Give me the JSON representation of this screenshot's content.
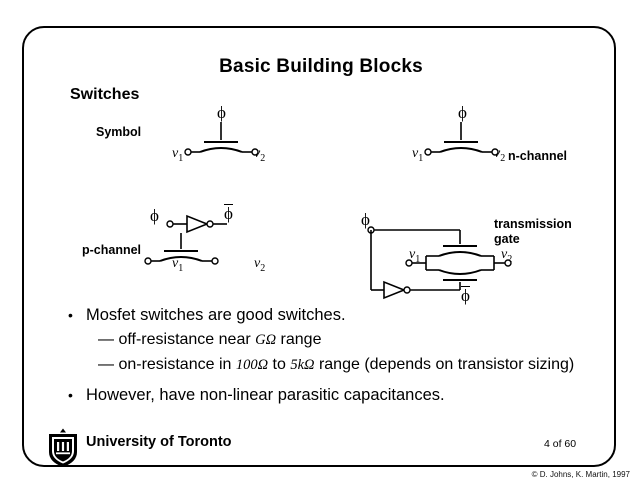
{
  "slide": {
    "title": "Basic Building Blocks",
    "section_heading": "Switches",
    "labels": {
      "symbol": "Symbol",
      "n_channel": "n-channel",
      "p_channel": "p-channel",
      "transmission_gate_line1": "transmission",
      "transmission_gate_line2": "gate"
    },
    "signals": {
      "phi": "ϕ",
      "phi_bar": "ϕ",
      "v1": "v",
      "v1_sub": "1",
      "v2": "v",
      "v2_sub": "2"
    },
    "bullets": [
      {
        "marker": "•",
        "text": "Mosfet switches are good switches."
      },
      {
        "marker": "—",
        "text_before": "off-resistance near ",
        "value": "GΩ",
        "text_after": " range"
      },
      {
        "marker": "—",
        "text_before": "on-resistance in ",
        "value1": "100Ω",
        "text_mid": " to ",
        "value2": "5kΩ",
        "text_after": " range (depends on transistor sizing)"
      },
      {
        "marker": "•",
        "text": "However, have non-linear parasitic capacitances."
      }
    ],
    "footer": {
      "university": "University of Toronto",
      "page": "4 of 60",
      "copyright": "© D. Johns, K. Martin, 1997"
    }
  }
}
